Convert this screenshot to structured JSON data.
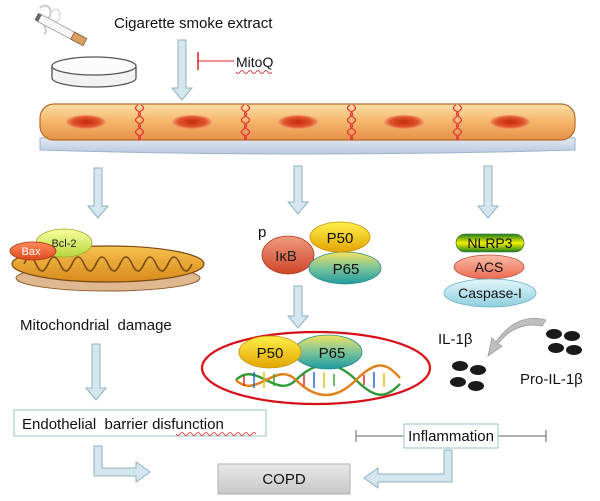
{
  "labels": {
    "stimulus": "Cigarette smoke extract",
    "inhibitor": "MitoQ",
    "bcl2": "Bcl-2",
    "bax": "Bax",
    "phospho": "p",
    "ikb": "IκB",
    "p50": "P50",
    "p65": "P65",
    "nlrp3": "NLRP3",
    "acs": "ACS",
    "caspase": "Caspase-I",
    "mito_damage": "Mitochondrial  damage",
    "il1b": "IL-1β",
    "pro_il1b": "Pro-IL-1β",
    "endo_barrier": "Endothelial  barrier disfunction",
    "inflammation": "Inflammation",
    "copd": "COPD"
  },
  "icons": [
    "cigarette-icon",
    "petri-dish-icon",
    "endothelial-cell-layer",
    "mitochondrion-icon",
    "dna-helix-icon"
  ],
  "colors": {
    "arrow_fill": "#d4e6ee",
    "arrow_stroke": "#8fb0bf",
    "inhibitor_red": "#e02020",
    "nucleus_oval": "#d6101a",
    "p50": "#f2c200",
    "p65": "#2aa58a",
    "ikb": "#dd5a3c",
    "acs": "#f07860",
    "caspase": "#a9dde9",
    "copd_box": "#d9d9d9"
  }
}
